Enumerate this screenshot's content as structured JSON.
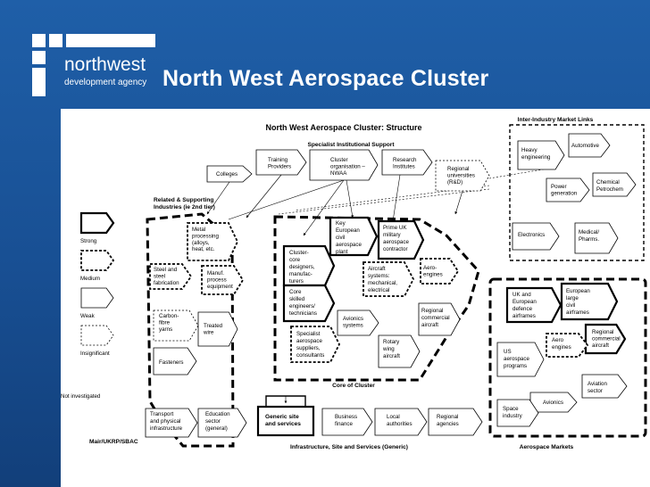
{
  "slide_title": "North West Aerospace Cluster",
  "logo": {
    "name": "northwest",
    "subtitle": "development agency"
  },
  "diagram": {
    "title": "North West Aerospace Cluster: Structure",
    "specialist_support": "Specialist Institutional Support",
    "inter_industry": "Inter-Industry Market Links",
    "related_supporting": [
      "Related & Supporting",
      "Industries (ie 2nd tier)"
    ],
    "core_of_cluster": "Core of Cluster",
    "infrastructure": "Infrastructure, Site and Services (Generic)",
    "aerospace_markets": "Aerospace Markets",
    "credit": "Mair/UKRP/SBAC",
    "legend": [
      "Strong",
      "Medium",
      "Weak",
      "Insignificant",
      "Not investigated"
    ],
    "nodes": {
      "colleges": [
        "Colleges"
      ],
      "training": [
        "Training",
        "Providers"
      ],
      "cluster_org": [
        "Cluster",
        "organisation –",
        "NWAA"
      ],
      "research": [
        "Research",
        "Institutes"
      ],
      "regional_univ": [
        "Regional",
        "universities",
        "(R&D)"
      ],
      "metal": [
        "Metal",
        "processing",
        "(alloys,",
        "heat, etc."
      ],
      "steel": [
        "Steel and",
        "steel",
        "fabrication"
      ],
      "manuf": [
        "Manuf.",
        "process",
        "equipment"
      ],
      "carbon": [
        "Carbon-",
        "fibre",
        "yarns"
      ],
      "treated": [
        "Treated",
        "wire"
      ],
      "fasteners": [
        "Fasteners"
      ],
      "key_civil": [
        "Key",
        "European",
        "civil",
        "aerospace",
        "plant"
      ],
      "prime_uk": [
        "Prime UK",
        "military",
        "aerospace",
        "contractor"
      ],
      "cluster_core": [
        "Cluster-",
        "core",
        "designers,",
        "manufac-",
        "turers"
      ],
      "aircraft_sys": [
        "Aircraft",
        "systems:",
        "mechanical,",
        "electrical"
      ],
      "aero_engines": [
        "Aero-",
        "engines"
      ],
      "core_skilled": [
        "Core",
        "skilled",
        "engineers/",
        "technicians"
      ],
      "avionics_sys": [
        "Avionics",
        "systems"
      ],
      "regional_comm": [
        "Regional",
        "commercial",
        "aircraft"
      ],
      "specialist": [
        "Specialist",
        "aerospace",
        "suppliers,",
        "consultants"
      ],
      "rotary": [
        "Rotary",
        "wing",
        "aircraft"
      ],
      "heavy_eng": [
        "Heavy",
        "engineering"
      ],
      "automotive": [
        "Automotive"
      ],
      "power_gen": [
        "Power",
        "generation"
      ],
      "chemical": [
        "Chemical",
        "Petrochem"
      ],
      "electronics": [
        "Electronics"
      ],
      "medical": [
        "Medical/",
        "Pharms."
      ],
      "uk_defence": [
        "UK and",
        "European",
        "defence",
        "airframes"
      ],
      "european_civil": [
        "European",
        "large",
        "civil",
        "airframes"
      ],
      "regional_comm2": [
        "Regional",
        "commercial",
        "aircraft"
      ],
      "aero_engines2": [
        "Aero",
        "engines"
      ],
      "us_aero": [
        "US",
        "aerospace",
        "programs"
      ],
      "aviation": [
        "Aviation",
        "sector"
      ],
      "avionics": [
        "Avionics"
      ],
      "space": [
        "Space",
        "industry"
      ],
      "transport": [
        "Transport",
        "and physical",
        "infrastructure"
      ],
      "education": [
        "Education",
        "sector",
        "(general)"
      ],
      "generic_site": [
        "Generic site",
        "and services"
      ],
      "business_fin": [
        "Business",
        "finance"
      ],
      "local_auth": [
        "Local",
        "authorities"
      ],
      "regional_agencies": [
        "Regional",
        "agencies"
      ]
    }
  }
}
